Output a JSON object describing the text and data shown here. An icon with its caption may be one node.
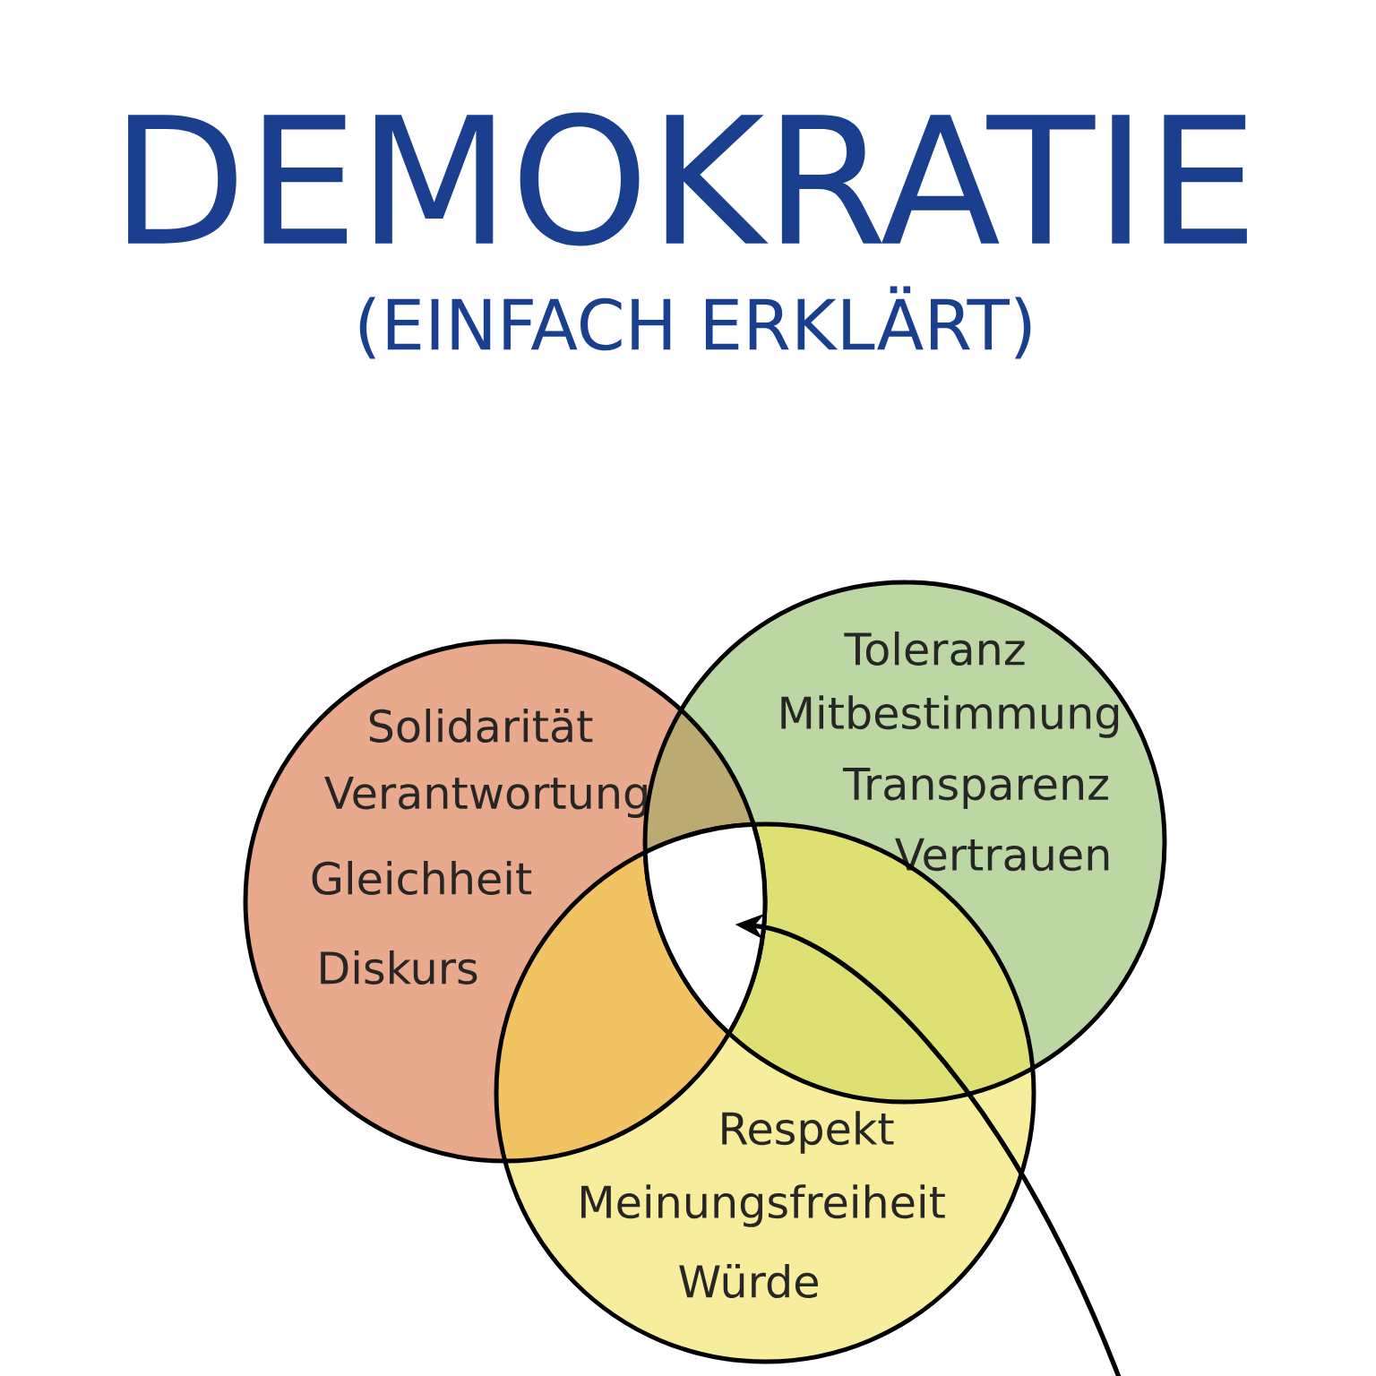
{
  "diagram": {
    "title": "DEMOKRATIE",
    "caption": "(EINFACH ERKLÄRT)",
    "nodes": [
      {
        "text": [
          "Solidarität",
          "Verantwortung",
          "Gleichheit",
          "Diskurs"
        ]
      },
      {
        "text": [
          "Toleranz",
          "Mitbestimmung",
          "Transparenz",
          "Vertrauen"
        ]
      },
      {
        "text": [
          "Respekt",
          "Meinungsfreiheit",
          "Würde"
        ]
      },
      {
        "text": [],
        "shape": "circle"
      }
    ],
    "edges": [
      {
        "from": null,
        "to": 3,
        "arrow": "to"
      }
    ]
  }
}
